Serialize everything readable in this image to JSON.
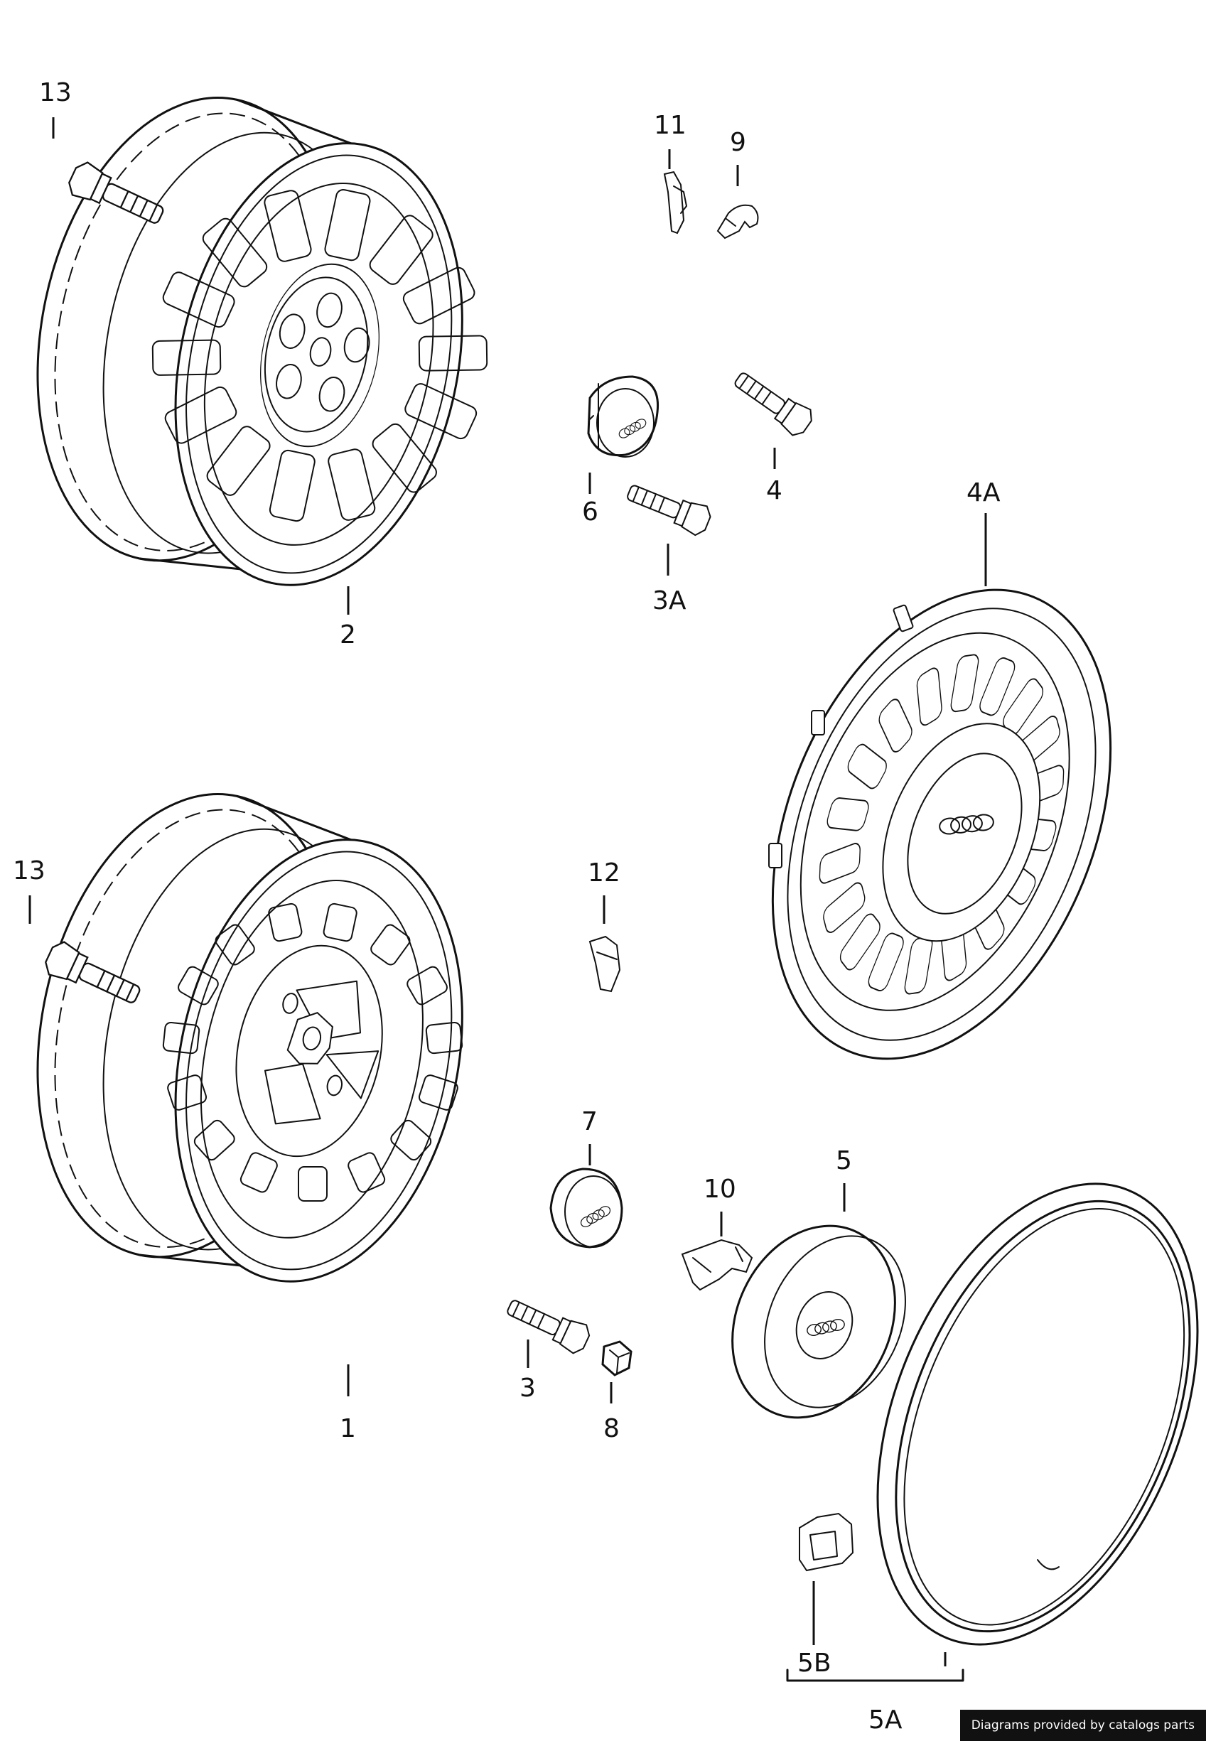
{
  "labels": {
    "p13a": "13",
    "p11": "11",
    "p9": "9",
    "p6": "6",
    "p4": "4",
    "p3a": "3A",
    "p2": "2",
    "p4a": "4A",
    "p13b": "13",
    "p12": "12",
    "p7": "7",
    "p10": "10",
    "p5": "5",
    "p3": "3",
    "p8": "8",
    "p1": "1",
    "p5b": "5B",
    "p5a": "5A"
  },
  "credit": "Diagrams provided by catalogs parts"
}
